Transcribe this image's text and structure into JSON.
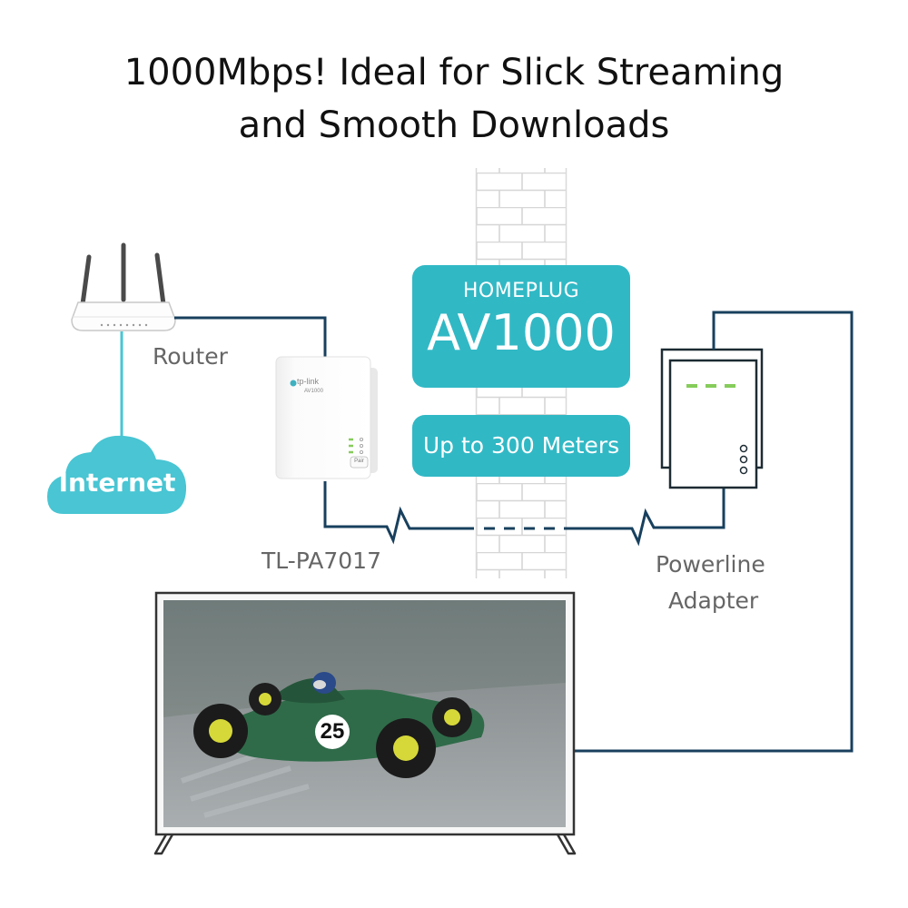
{
  "header": {
    "title_line1": "1000Mbps! Ideal for Slick Streaming",
    "title_line2": "and Smooth Downloads"
  },
  "standard": {
    "name": "HOMEPLUG",
    "model": "AV1000"
  },
  "range": {
    "label": "Up to 300 Meters"
  },
  "devices": {
    "router_label": "Router",
    "internet_label": "Internet",
    "adapter_model_label": "TL-PA7017",
    "powerline_label_line1": "Powerline",
    "powerline_label_line2": "Adapter",
    "adapter_brand": "tp-link",
    "adapter_product": "AV1000",
    "pair_button": "Pair",
    "car_number": "25"
  },
  "colors": {
    "teal": "#31b8c5",
    "line_navy": "#18405e",
    "internet_cloud": "#49c5d3",
    "led_green": "#86cc5b",
    "car_green": "#2f6b49"
  }
}
